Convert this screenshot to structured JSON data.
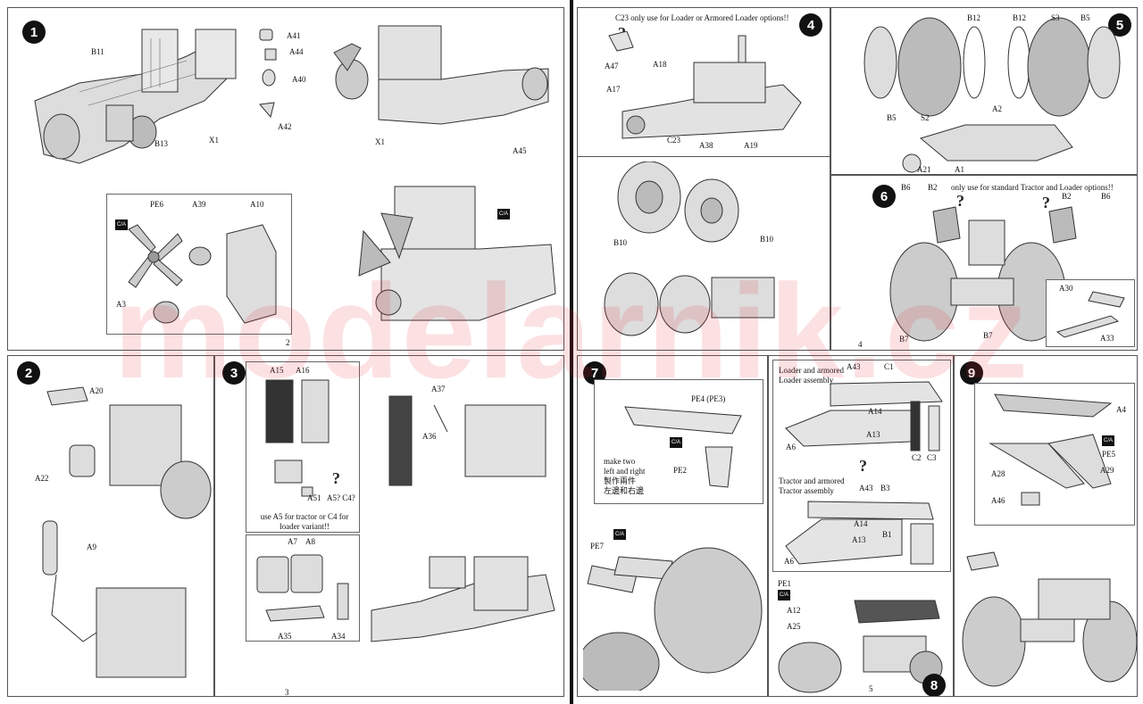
{
  "watermark": "modelarnik.cz",
  "page_numbers": {
    "p2": "2",
    "p3": "3",
    "p4": "4",
    "p5": "5"
  },
  "steps": [
    "1",
    "2",
    "3",
    "4",
    "5",
    "6",
    "7",
    "8",
    "9"
  ],
  "step1": {
    "labels": [
      "B11",
      "B13",
      "X1",
      "A41",
      "A44",
      "A40",
      "A42",
      "X1",
      "A45"
    ],
    "inset_labels": [
      "PE6",
      "A39",
      "A10",
      "A3"
    ]
  },
  "step2": {
    "labels": [
      "A20",
      "A22",
      "A9"
    ]
  },
  "step3": {
    "labels": [
      "A15",
      "A16",
      "A51",
      "A5? C4?",
      "A37",
      "A36",
      "A7",
      "A8",
      "A35",
      "A34"
    ],
    "note": "use A5 for tractor or C4 for loader variant!!"
  },
  "step4": {
    "note": "C23  only use for Loader or Armored Loader options!!",
    "labels": [
      "A47",
      "A18",
      "A17",
      "C23",
      "A38",
      "A19",
      "B10",
      "B10"
    ]
  },
  "step5": {
    "labels": [
      "B12",
      "B12",
      "S3",
      "B5",
      "B5",
      "S2",
      "A2",
      "A21",
      "A1"
    ]
  },
  "step6": {
    "note": "only use for standard Tractor and Loader options!!",
    "labels": [
      "B6",
      "B2",
      "B2",
      "B6",
      "B7",
      "B7",
      "A30",
      "A33"
    ]
  },
  "step7": {
    "labels": [
      "PE4 (PE3)",
      "PE2",
      "PE7"
    ],
    "note_lines": [
      "make two",
      "left and right",
      "製作兩件",
      "左邊和右邊"
    ]
  },
  "step8": {
    "title_loader": "Loader and armored\nLoader assembly",
    "title_tractor": "Tractor and armored\nTractor assembly",
    "labels": [
      "A43",
      "C1",
      "A14",
      "A13",
      "A6",
      "C2",
      "C3",
      "A43",
      "B3",
      "A14",
      "A13",
      "A6",
      "B1",
      "PE1",
      "A12",
      "A25"
    ]
  },
  "step9": {
    "labels": [
      "A4",
      "PE5",
      "A28",
      "A29",
      "A46"
    ]
  },
  "ca_badge": "C/A"
}
